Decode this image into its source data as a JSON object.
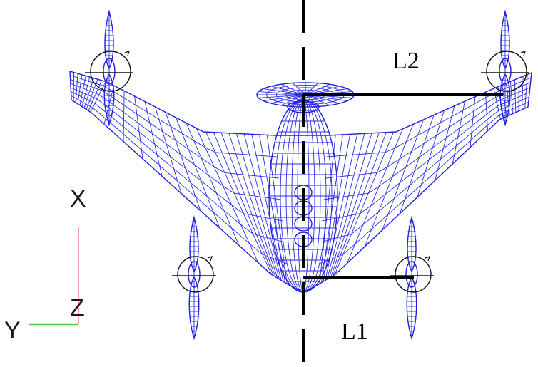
{
  "labels": {
    "l1": "L1",
    "l2": "L2"
  },
  "axes": {
    "x": "X",
    "y": "Y",
    "z": "Z"
  },
  "colors": {
    "wireframe": "#2a2ae6",
    "x_axis": "#f0a0a0",
    "y_axis": "#44cc44",
    "lines": "#000000"
  }
}
